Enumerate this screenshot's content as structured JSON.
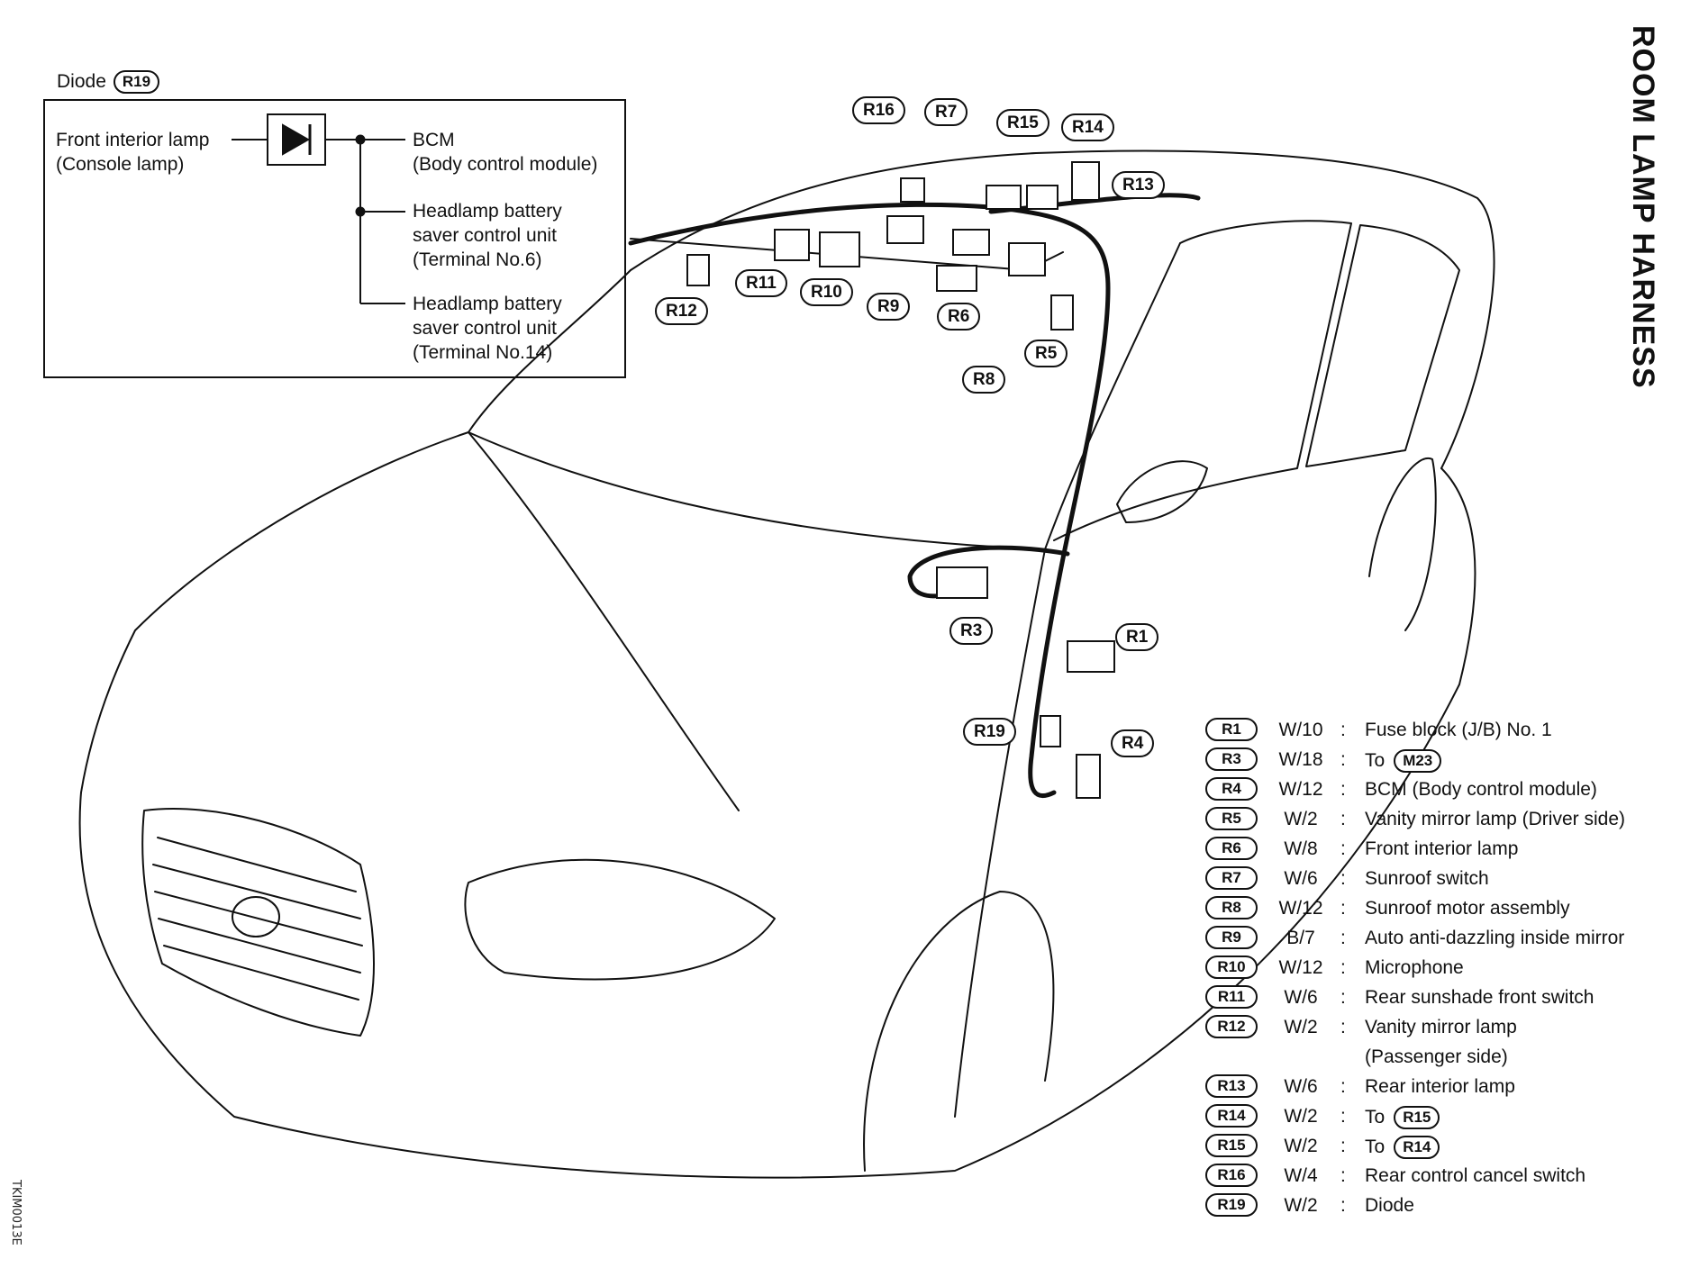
{
  "title": "ROOM LAMP HARNESS",
  "image_code": "TKIM0013E",
  "diode_box": {
    "heading": "Diode",
    "heading_code": "R19",
    "left_label_line1": "Front interior lamp",
    "left_label_line2": "(Console lamp)",
    "outputs": [
      {
        "lines": [
          "BCM",
          "(Body control module)"
        ]
      },
      {
        "lines": [
          "Headlamp battery",
          "saver control unit",
          "(Terminal No.6)"
        ]
      },
      {
        "lines": [
          "Headlamp battery",
          "saver control unit",
          "(Terminal No.14)"
        ]
      }
    ]
  },
  "callouts": {
    "R1": "R1",
    "R3": "R3",
    "R4": "R4",
    "R5": "R5",
    "R6": "R6",
    "R7": "R7",
    "R8": "R8",
    "R9": "R9",
    "R10": "R10",
    "R11": "R11",
    "R12": "R12",
    "R13": "R13",
    "R14": "R14",
    "R15": "R15",
    "R16": "R16",
    "R19": "R19"
  },
  "legend": [
    {
      "code": "R1",
      "wire": "W/10",
      "desc": "Fuse block (J/B) No. 1"
    },
    {
      "code": "R3",
      "wire": "W/18",
      "desc": "To",
      "ref": "M23"
    },
    {
      "code": "R4",
      "wire": "W/12",
      "desc": "BCM (Body control module)"
    },
    {
      "code": "R5",
      "wire": "W/2",
      "desc": "Vanity mirror lamp (Driver side)"
    },
    {
      "code": "R6",
      "wire": "W/8",
      "desc": "Front interior lamp"
    },
    {
      "code": "R7",
      "wire": "W/6",
      "desc": "Sunroof switch"
    },
    {
      "code": "R8",
      "wire": "W/12",
      "desc": "Sunroof motor assembly"
    },
    {
      "code": "R9",
      "wire": "B/7",
      "desc": "Auto anti-dazzling inside mirror"
    },
    {
      "code": "R10",
      "wire": "W/12",
      "desc": "Microphone"
    },
    {
      "code": "R11",
      "wire": "W/6",
      "desc": "Rear sunshade front switch"
    },
    {
      "code": "R12",
      "wire": "W/2",
      "desc": "Vanity mirror lamp",
      "desc_line2": "(Passenger side)"
    },
    {
      "code": "R13",
      "wire": "W/6",
      "desc": "Rear interior lamp"
    },
    {
      "code": "R14",
      "wire": "W/2",
      "desc": "To",
      "ref": "R15"
    },
    {
      "code": "R15",
      "wire": "W/2",
      "desc": "To",
      "ref": "R14"
    },
    {
      "code": "R16",
      "wire": "W/4",
      "desc": "Rear control cancel switch"
    },
    {
      "code": "R19",
      "wire": "W/2",
      "desc": "Diode"
    }
  ],
  "colon": ":"
}
